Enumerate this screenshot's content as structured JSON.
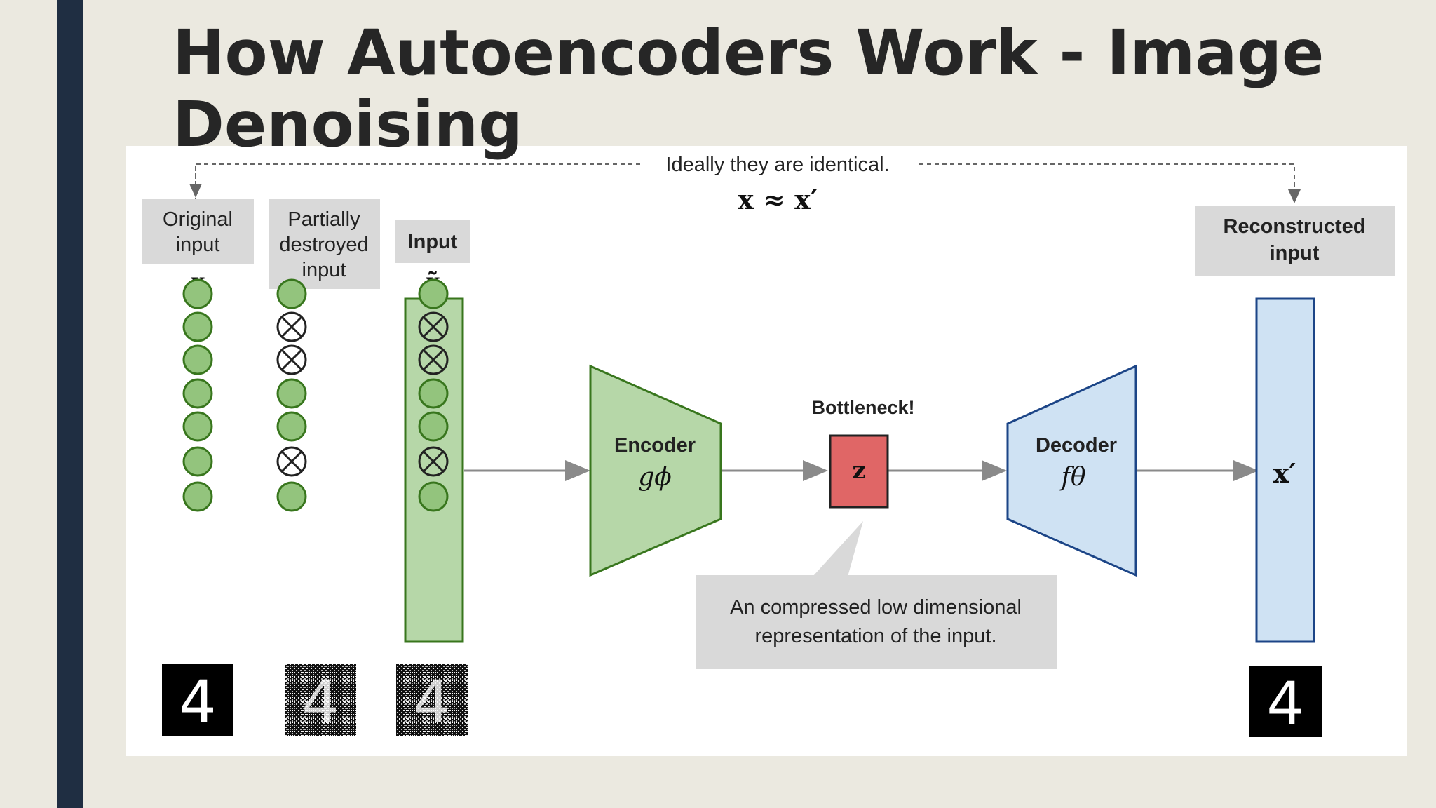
{
  "title": "How Autoencoders Work - Image Denoising",
  "diagram": {
    "top_note": "Ideally they are identical.",
    "equation": "x ≈ x′",
    "labels": {
      "original_line1": "Original",
      "original_line2": "input",
      "partial_line1": "Partially",
      "partial_line2": "destroyed",
      "partial_line3": "input",
      "input": "Input",
      "reconstructed_line1": "Reconstructed",
      "reconstructed_line2": "input"
    },
    "symbols": {
      "x": "x",
      "x_tilde": "x̃",
      "x_prime": "x′",
      "z": "z",
      "g_phi": "gϕ",
      "f_theta": "fθ",
      "digit": "4"
    },
    "encoder_label": "Encoder",
    "decoder_label": "Decoder",
    "bottleneck_label": "Bottleneck!",
    "callout_line1": "An compressed low dimensional",
    "callout_line2": "representation of the input.",
    "node_pattern": {
      "original": [
        true,
        true,
        true,
        true,
        true,
        true,
        true
      ],
      "partial": [
        true,
        false,
        false,
        true,
        true,
        false,
        true
      ],
      "input": [
        true,
        false,
        false,
        true,
        true,
        false,
        true
      ]
    },
    "colors": {
      "node_fill": "#93c47d",
      "node_stroke": "#38761d",
      "encoder_fill": "#b6d7a8",
      "decoder_fill": "#cfe2f3",
      "decoder_stroke": "#1c4587",
      "bottleneck_fill": "#e06666",
      "bottleneck_text": "#cc0000",
      "label_bg": "#d9d9d9",
      "sidebar": "#1f2e42"
    }
  }
}
